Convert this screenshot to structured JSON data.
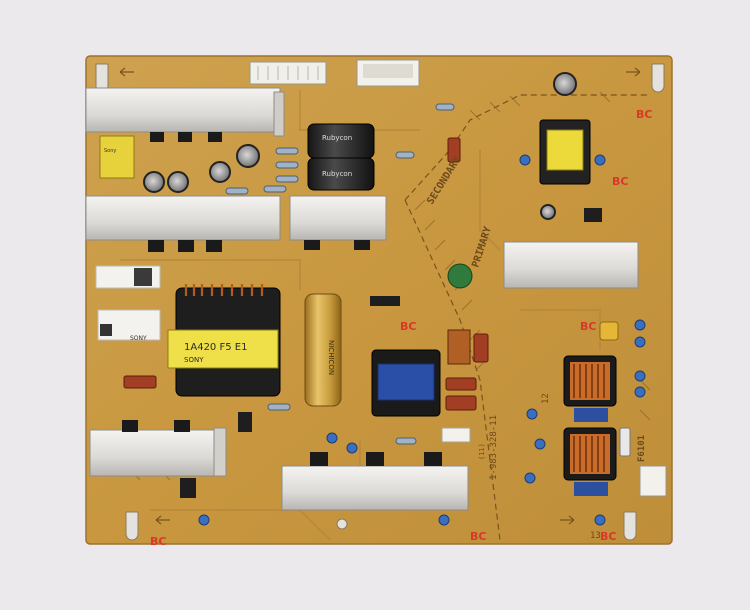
{
  "photo": {
    "background_color": "#ebe9ec",
    "board_color": "#c99a44",
    "subject": "power supply circuit board"
  },
  "silkscreen": {
    "secondary": "SECONDARY",
    "primary": "PRIMARY",
    "board_number": "1-983-328-11",
    "board_number_suffix": "(11)",
    "fuse_label": "F6101",
    "left_label_12": "12",
    "bottom_label_13": "13"
  },
  "components": {
    "big_capacitor_label": "NICHICON",
    "transformer_label": "1A420 F5 E1",
    "transformer_sublabel": "SONY",
    "sticker_left": "Sony",
    "cap_brand": "Rubycon"
  }
}
